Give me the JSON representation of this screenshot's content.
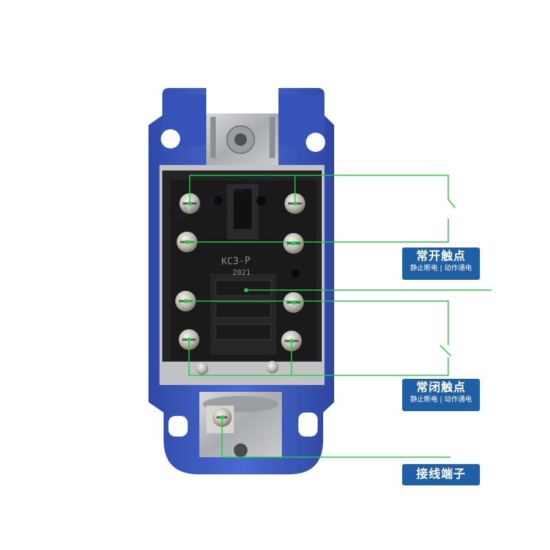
{
  "labels": {
    "normally_open": {
      "title": "常开触点",
      "subtitle": "静止断电 | 动作通电"
    },
    "normally_closed": {
      "title": "常闭触点",
      "subtitle": "静止断电 | 动作通电"
    },
    "terminal": {
      "title": "接线端子"
    }
  },
  "watermark": "耐德快三专卖店",
  "part_marking": {
    "model": "KC3-P",
    "year": "2021"
  },
  "colors": {
    "housing_blue": "#3c5ab4",
    "leader_green": "#22cc44",
    "label_blue": "#1f5fa6",
    "metal": "#b9bcc0",
    "contact_block": "#1c1c1c"
  }
}
